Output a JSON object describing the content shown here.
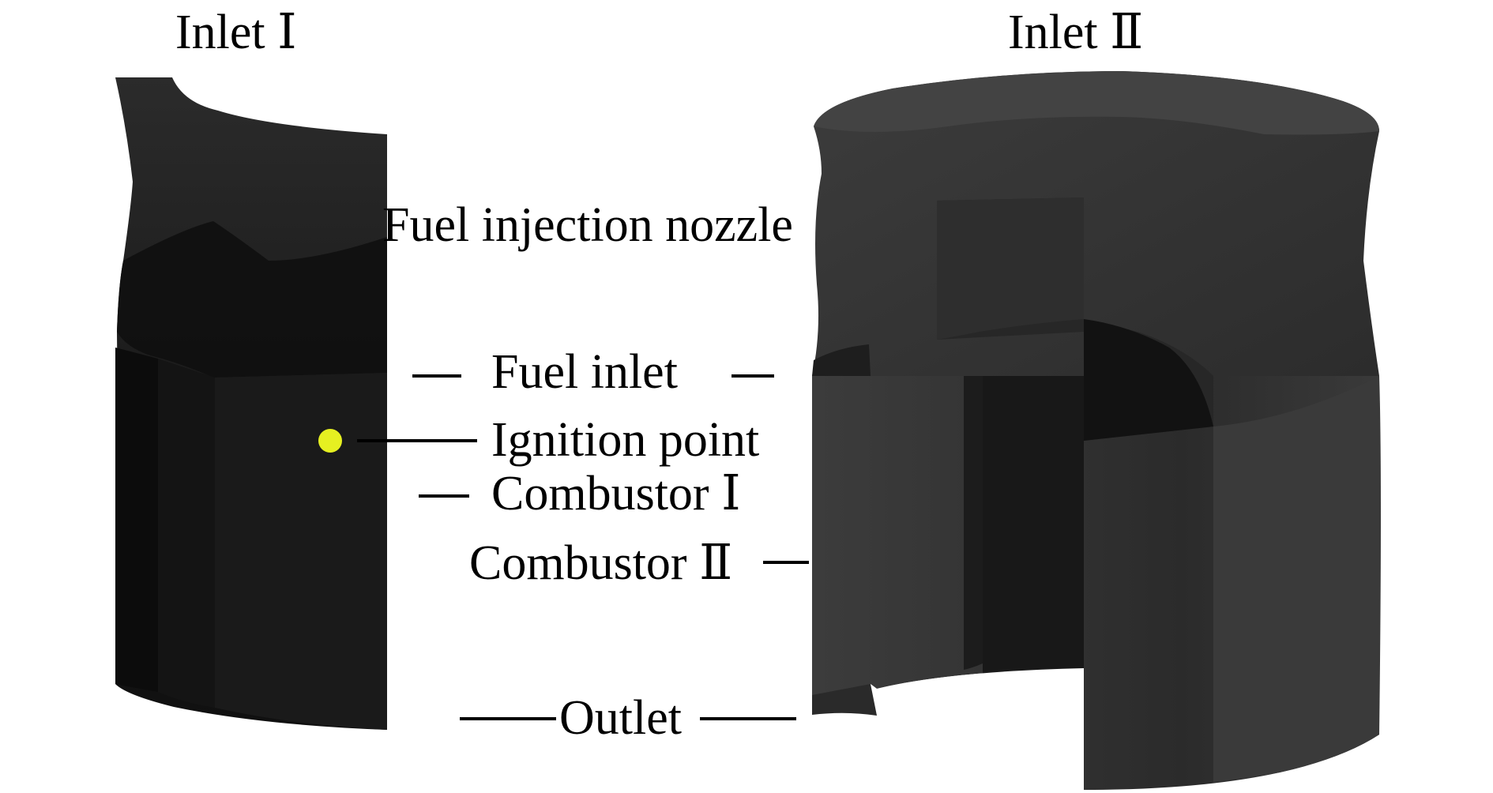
{
  "colors": {
    "background": "#ffffff",
    "body_dark": "#161616",
    "body_mid": "#2a2a2a",
    "body_light": "#3a3a3a",
    "ignition_point": "#e6f021",
    "leader_line": "#000000"
  },
  "titles": {
    "left": "Inlet Ⅰ",
    "right": "Inlet Ⅱ"
  },
  "labels": {
    "fuel_injection_nozzle": "Fuel injection nozzle",
    "fuel_inlet": "Fuel inlet",
    "ignition_point": "Ignition point",
    "combustor_1": "Combustor Ⅰ",
    "combustor_2": "Combustor Ⅱ",
    "outlet": "Outlet"
  }
}
